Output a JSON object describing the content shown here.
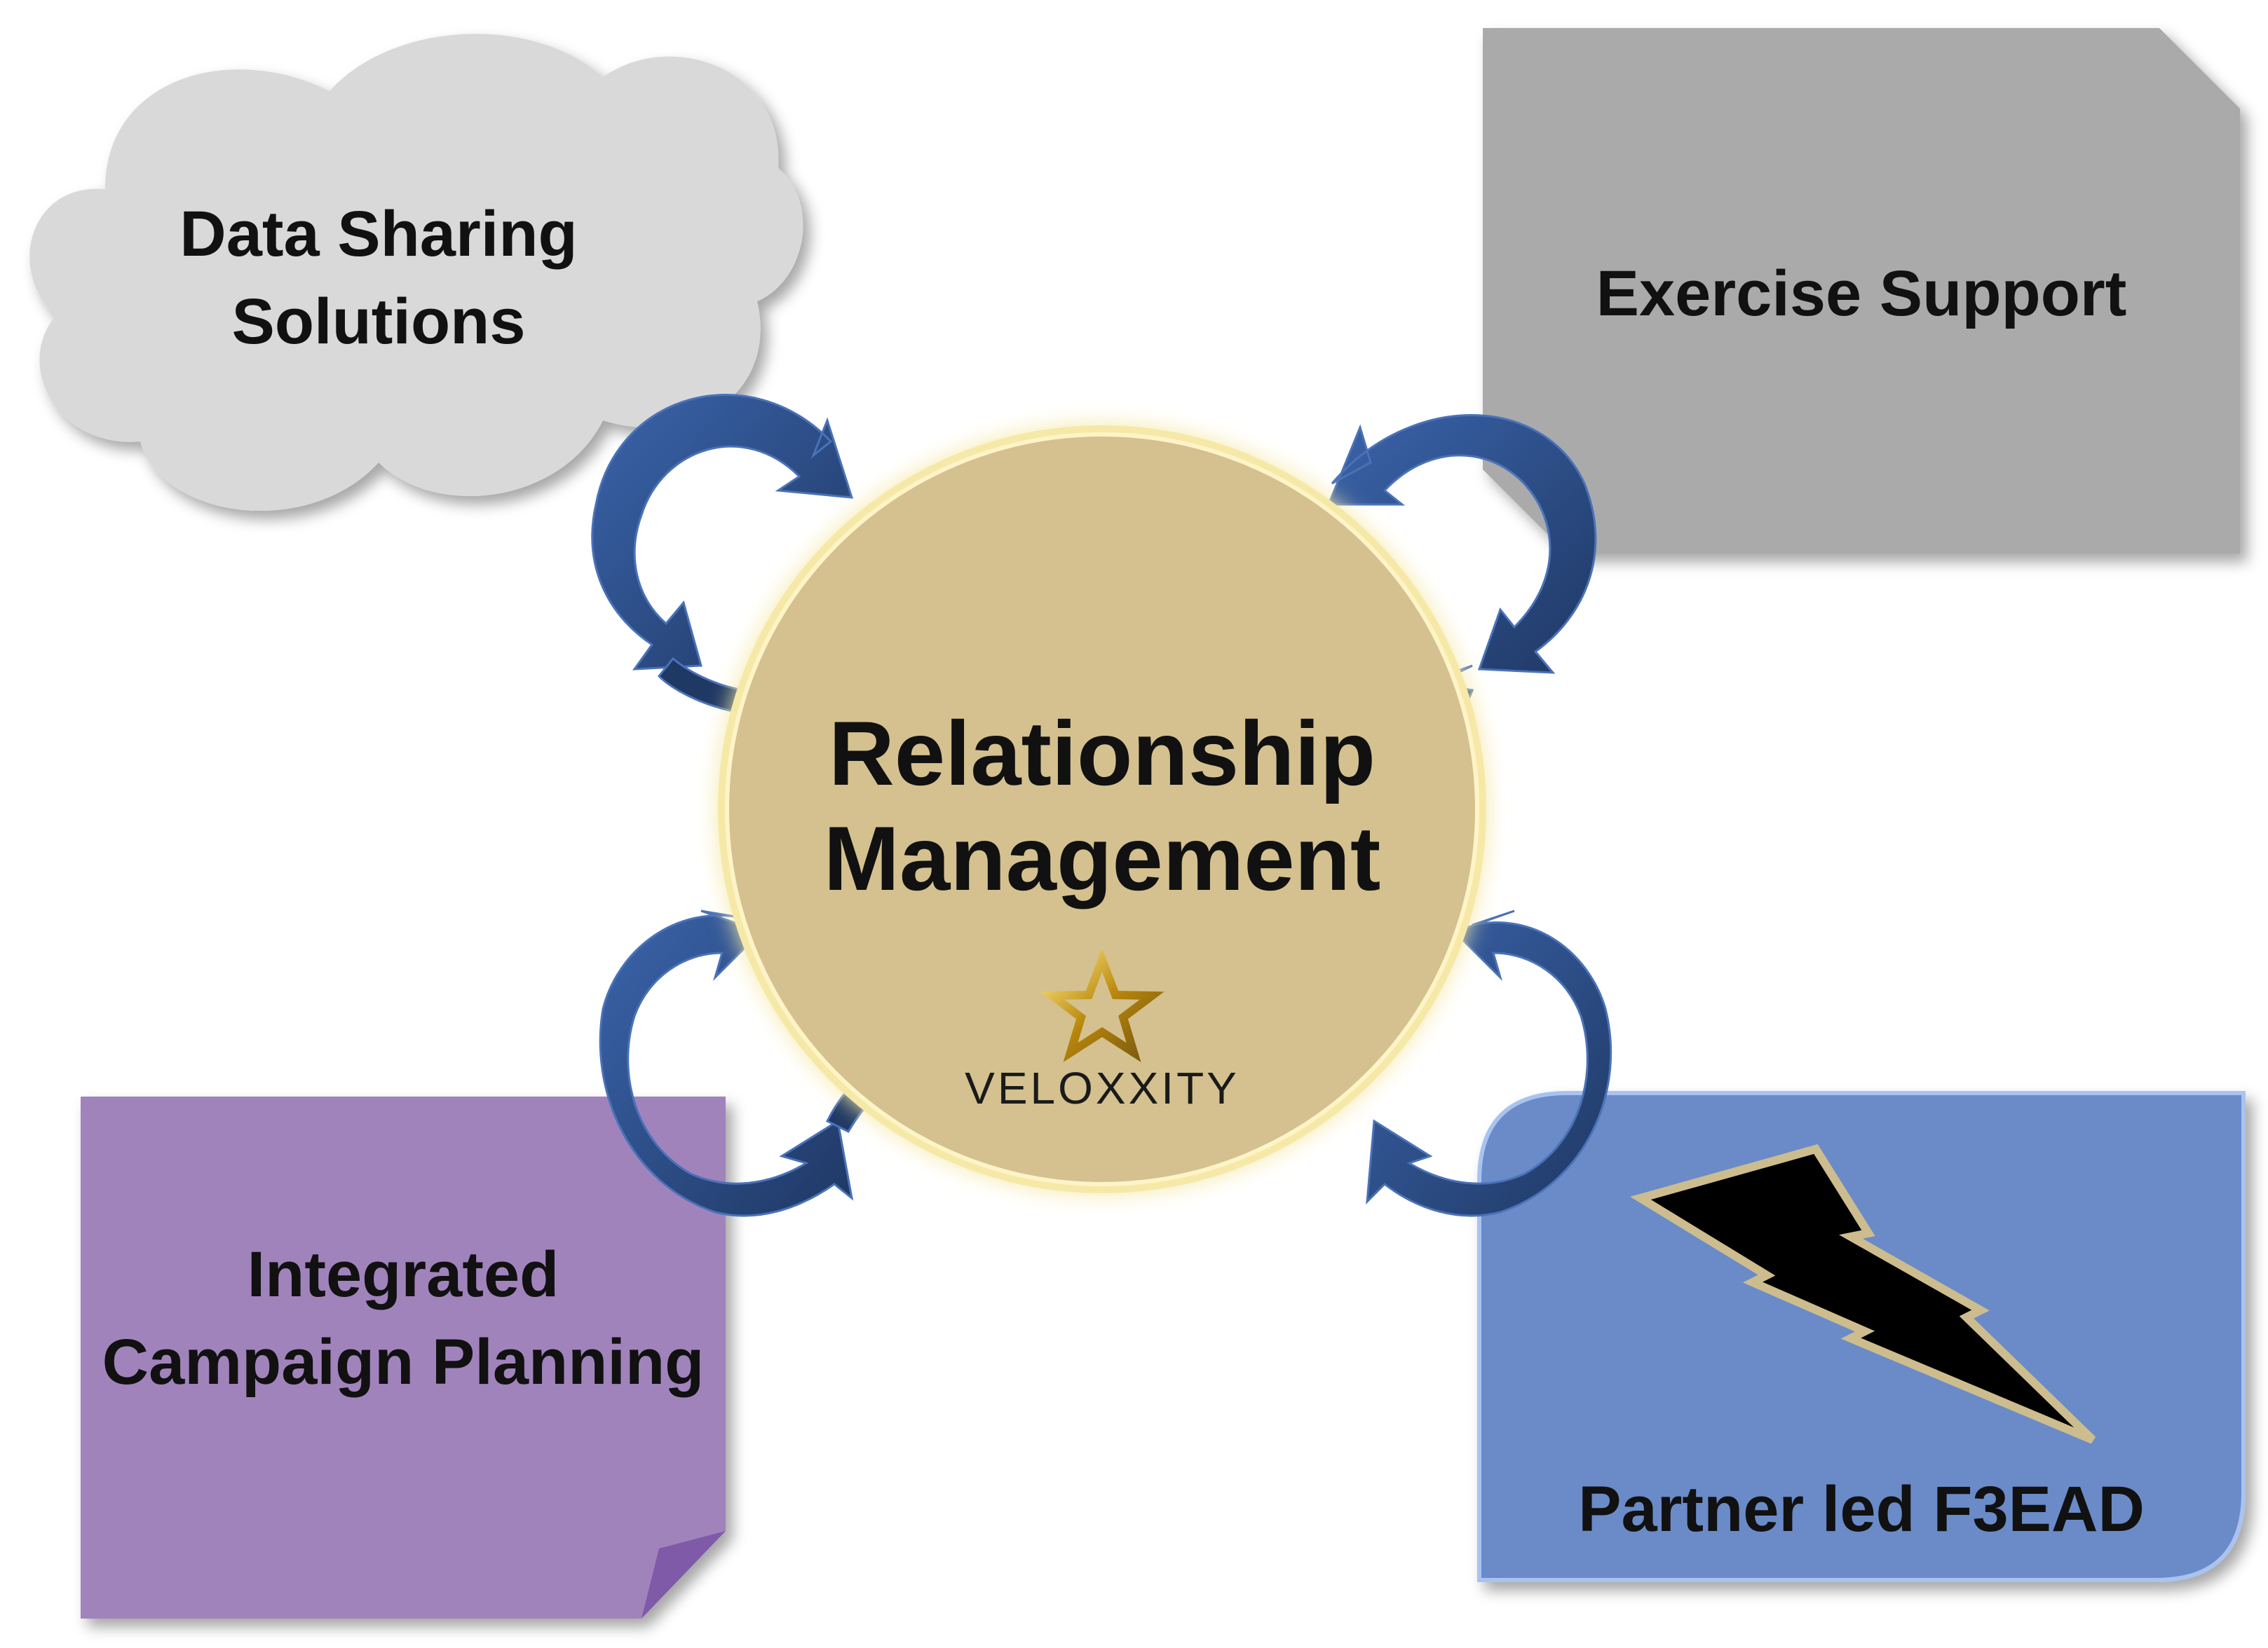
{
  "center": {
    "title_line1": "Relationship",
    "title_line2": "Management",
    "brand": "VELOXXITY",
    "brand_icon": "star-icon"
  },
  "nodes": {
    "data_sharing": {
      "line1": "Data Sharing",
      "line2": "Solutions"
    },
    "exercise_support": {
      "label": "Exercise Support"
    },
    "integrated_campaign": {
      "line1": "Integrated",
      "line2": "Campaign Planning"
    },
    "partner_f3ead": {
      "label": "Partner led F3EAD",
      "icon": "lightning-bolt-icon"
    }
  },
  "colors": {
    "center_fill": "#d4c18f",
    "center_glow": "#f6e9a8",
    "cloud": "#d9d9d9",
    "exercise": "#aaaaaa",
    "campaign": "#a183bc",
    "partner": "#6a8bc8",
    "arrow": "#2f5597",
    "arrow_dark": "#1f3864"
  }
}
